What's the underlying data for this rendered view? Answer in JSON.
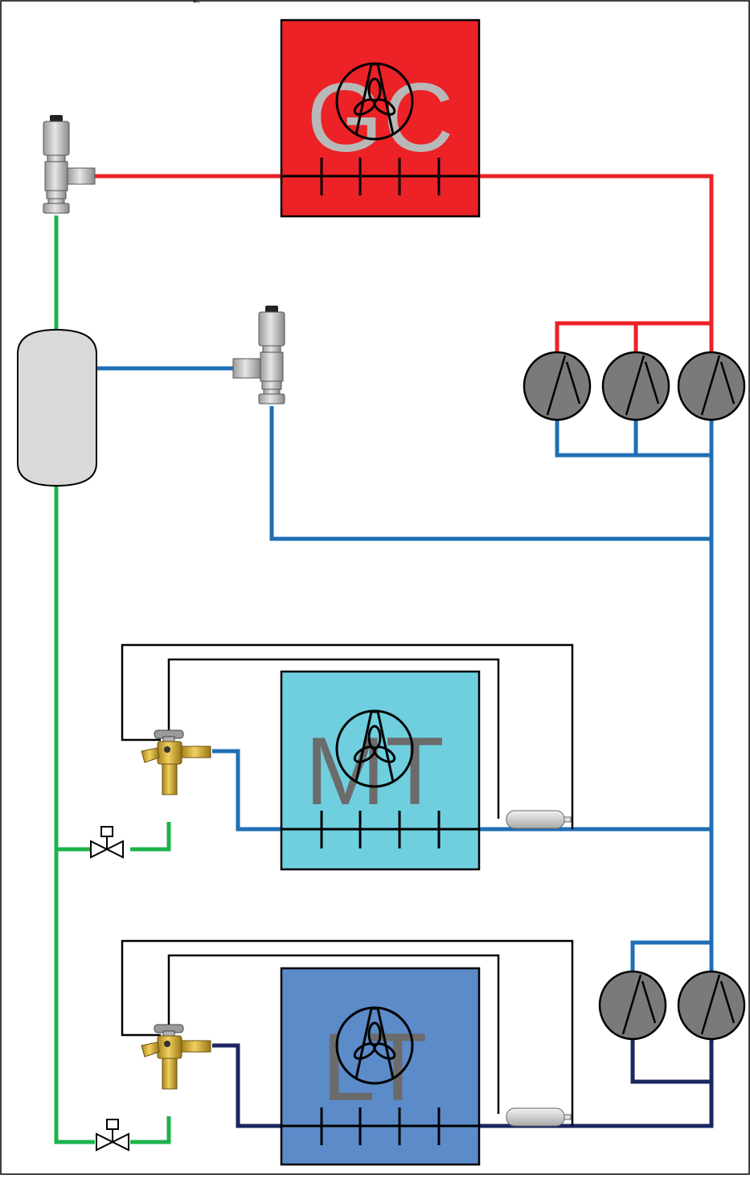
{
  "diagram": {
    "header_fragment": "2,",
    "units": {
      "gas_cooler": {
        "label": "GC",
        "fill": "#ec2227",
        "label_color": "#b8b8b8"
      },
      "medium_temp": {
        "label": "MT",
        "fill": "#6fcfdf",
        "label_color": "#6b6b6b"
      },
      "low_temp": {
        "label": "LT",
        "fill": "#5b8bc9",
        "label_color": "#6b6b6b"
      }
    },
    "colors": {
      "high_pressure": "#ec2227",
      "liquid": "#1bb34b",
      "medium_suction": "#1f6fb5",
      "low_suction": "#1c2660",
      "control_line": "#000000",
      "compressor": "#7a7a7a",
      "receiver": "#d9d9d9",
      "expansion_valve": "#c9a227"
    },
    "icons": [
      "fan-icon",
      "compressor-icon",
      "solenoid-valve-icon",
      "expansion-valve-icon",
      "motorized-valve-icon",
      "sensor-bulb-icon",
      "receiver-tank-icon"
    ]
  }
}
